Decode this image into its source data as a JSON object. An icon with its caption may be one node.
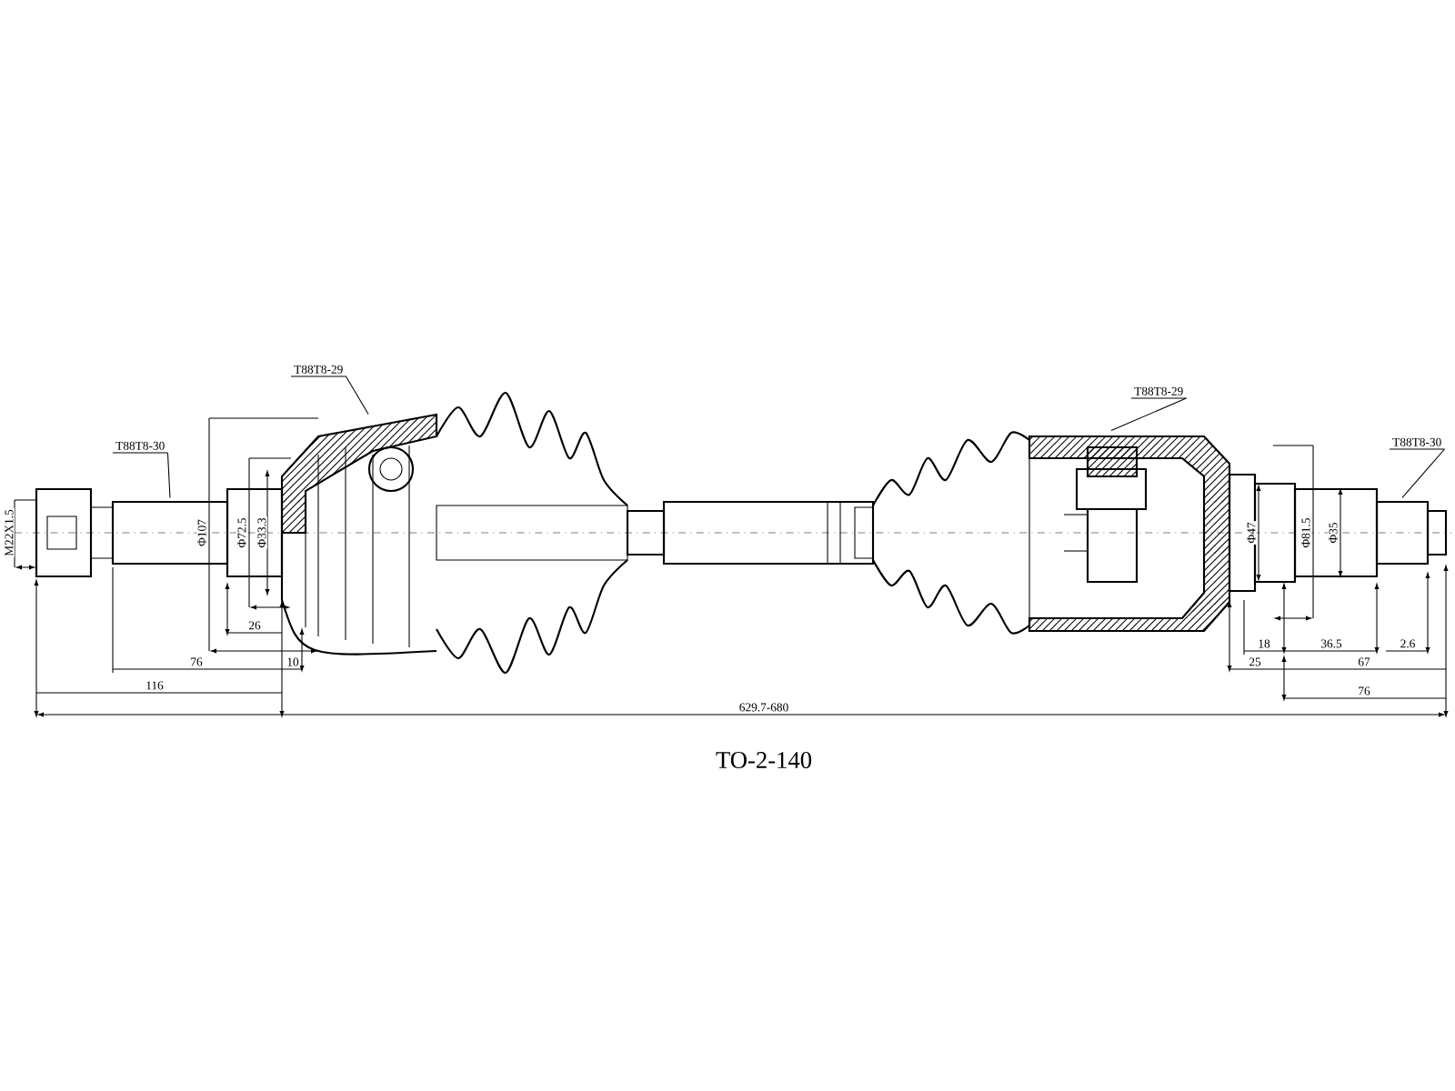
{
  "diagram": {
    "title": "TO-2-140",
    "nodes": [
      {
        "text": [
          "T88T8-30"
        ]
      },
      {
        "text": [
          "T88T8-29"
        ]
      },
      {
        "text": [
          "T88T8-29"
        ]
      },
      {
        "text": [
          "T88T8-30"
        ]
      },
      {
        "text": [],
        "shape": "bar"
      },
      {
        "text": [],
        "shape": "picture"
      },
      {
        "text": [],
        "shape": "picture"
      },
      {
        "text": [],
        "shape": "bar"
      }
    ],
    "edges": [
      {
        "from": 0,
        "to": 4,
        "arrow": "none"
      },
      {
        "from": 1,
        "to": 5,
        "arrow": "none"
      },
      {
        "from": 2,
        "to": 6,
        "arrow": "none"
      },
      {
        "from": 3,
        "to": 7,
        "arrow": "none"
      }
    ],
    "labels": [
      "M22X1.5",
      "Φ107",
      "Φ72.5",
      "Φ33.3",
      "Φ47",
      "Φ81.5",
      "Φ35",
      "26",
      "18",
      "36.5",
      "2.6",
      "76",
      "10",
      "25",
      "67",
      "116",
      "76",
      "629.7-680"
    ]
  }
}
